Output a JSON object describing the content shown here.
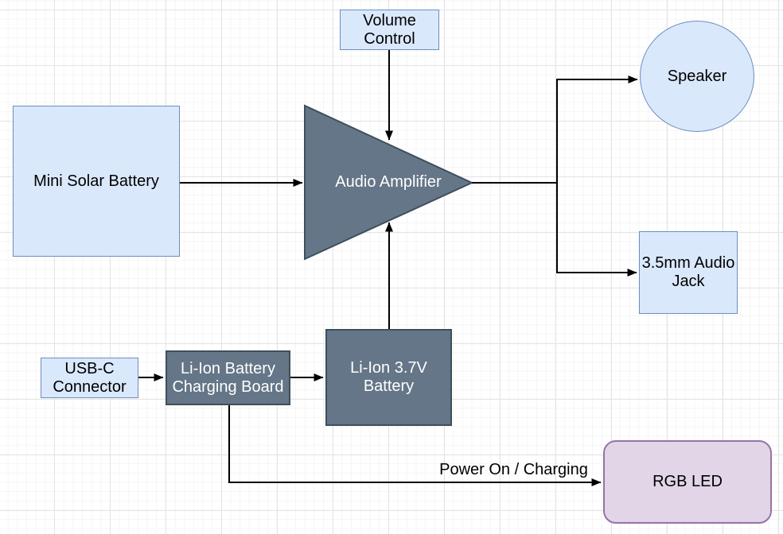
{
  "colors": {
    "blue_fill": "#dae8fc",
    "blue_stroke": "#6c8ebf",
    "slate_fill": "#647687",
    "slate_stroke": "#3e4f5c",
    "purple_fill": "#e1d5e7",
    "purple_stroke": "#9673a6",
    "connector": "#000000",
    "grid_major": "#e4e4e4",
    "grid_minor": "#f5f5f5"
  },
  "nodes": {
    "volume_control": {
      "label": "Volume Control",
      "shape": "rectangle",
      "color": "blue"
    },
    "speaker": {
      "label": "Speaker",
      "shape": "ellipse",
      "color": "blue"
    },
    "mini_solar_battery": {
      "label": "Mini Solar Battery",
      "shape": "rectangle",
      "color": "blue"
    },
    "audio_amplifier": {
      "label": "Audio Amplifier",
      "shape": "triangle",
      "color": "slate"
    },
    "audio_jack_35mm": {
      "label": "3.5mm Audio Jack",
      "shape": "rectangle",
      "color": "blue"
    },
    "usb_c_connector": {
      "label": "USB-C Connector",
      "shape": "rectangle",
      "color": "blue"
    },
    "li_ion_charging_board": {
      "label": "Li-Ion Battery Charging Board",
      "shape": "rectangle",
      "color": "slate"
    },
    "li_ion_battery": {
      "label": "Li-Ion 3.7V Battery",
      "shape": "rectangle",
      "color": "slate"
    },
    "rgb_led": {
      "label": "RGB LED",
      "shape": "rounded-rectangle",
      "color": "purple"
    }
  },
  "edges": {
    "power_on_charging_label": "Power On / Charging",
    "connections": [
      {
        "from": "Volume Control",
        "to": "Audio Amplifier"
      },
      {
        "from": "Mini Solar Battery",
        "to": "Audio Amplifier"
      },
      {
        "from": "Li-Ion 3.7V Battery",
        "to": "Audio Amplifier"
      },
      {
        "from": "Audio Amplifier",
        "to": "Speaker"
      },
      {
        "from": "Audio Amplifier",
        "to": "3.5mm Audio Jack"
      },
      {
        "from": "USB-C Connector",
        "to": "Li-Ion Battery Charging Board"
      },
      {
        "from": "Li-Ion Battery Charging Board",
        "to": "Li-Ion 3.7V Battery"
      },
      {
        "from": "Li-Ion Battery Charging Board",
        "to": "RGB LED",
        "label": "Power On / Charging"
      }
    ]
  }
}
